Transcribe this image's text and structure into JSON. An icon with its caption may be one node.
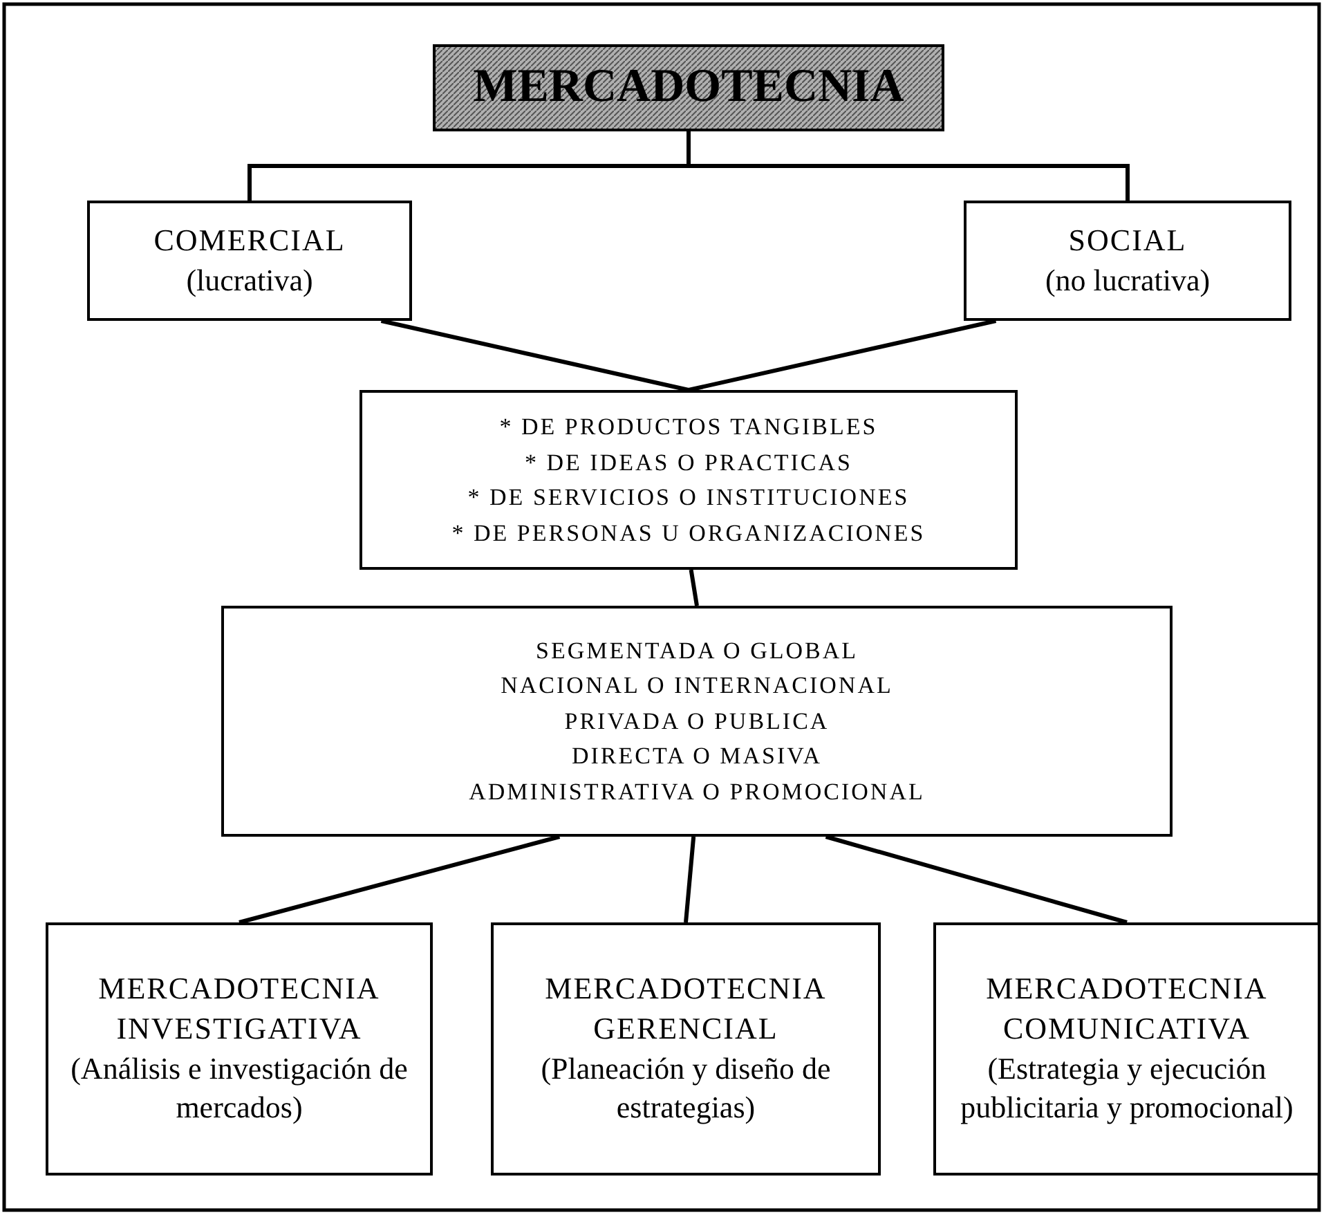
{
  "diagram": {
    "nodes": [
      {
        "text": [
          "MERCADOTECNIA"
        ]
      },
      {
        "text": [
          "COMERCIAL",
          "(lucrativa)"
        ]
      },
      {
        "text": [
          "SOCIAL",
          "(no lucrativa)"
        ]
      },
      {
        "text": [
          "* DE PRODUCTOS TANGIBLES",
          "* DE IDEAS O PRACTICAS",
          "* DE SERVICIOS O INSTITUCIONES",
          "* DE PERSONAS U ORGANIZACIONES"
        ]
      },
      {
        "text": [
          "SEGMENTADA O GLOBAL",
          "NACIONAL O INTERNACIONAL",
          "PRIVADA O PUBLICA",
          "DIRECTA O MASIVA",
          "ADMINISTRATIVA O PROMOCIONAL"
        ]
      },
      {
        "text": [
          "MERCADOTECNIA INVESTIGATIVA",
          "(Análisis e investigación de mercados)"
        ]
      },
      {
        "text": [
          "MERCADOTECNIA GERENCIAL",
          "(Planeación y diseño de estrategias)"
        ]
      },
      {
        "text": [
          "MERCADOTECNIA COMUNICATIVA",
          "(Estrategia y ejecución publicitaria y promocional)"
        ]
      }
    ],
    "edges": [
      {
        "from": 0,
        "to": 1,
        "arrow": "none"
      },
      {
        "from": 0,
        "to": 2,
        "arrow": "none"
      },
      {
        "from": 1,
        "to": 3,
        "arrow": "none"
      },
      {
        "from": 2,
        "to": 3,
        "arrow": "none"
      },
      {
        "from": 3,
        "to": 4,
        "arrow": "none"
      },
      {
        "from": 4,
        "to": 5,
        "arrow": "none"
      },
      {
        "from": 4,
        "to": 6,
        "arrow": "none"
      },
      {
        "from": 4,
        "to": 7,
        "arrow": "none"
      }
    ]
  }
}
